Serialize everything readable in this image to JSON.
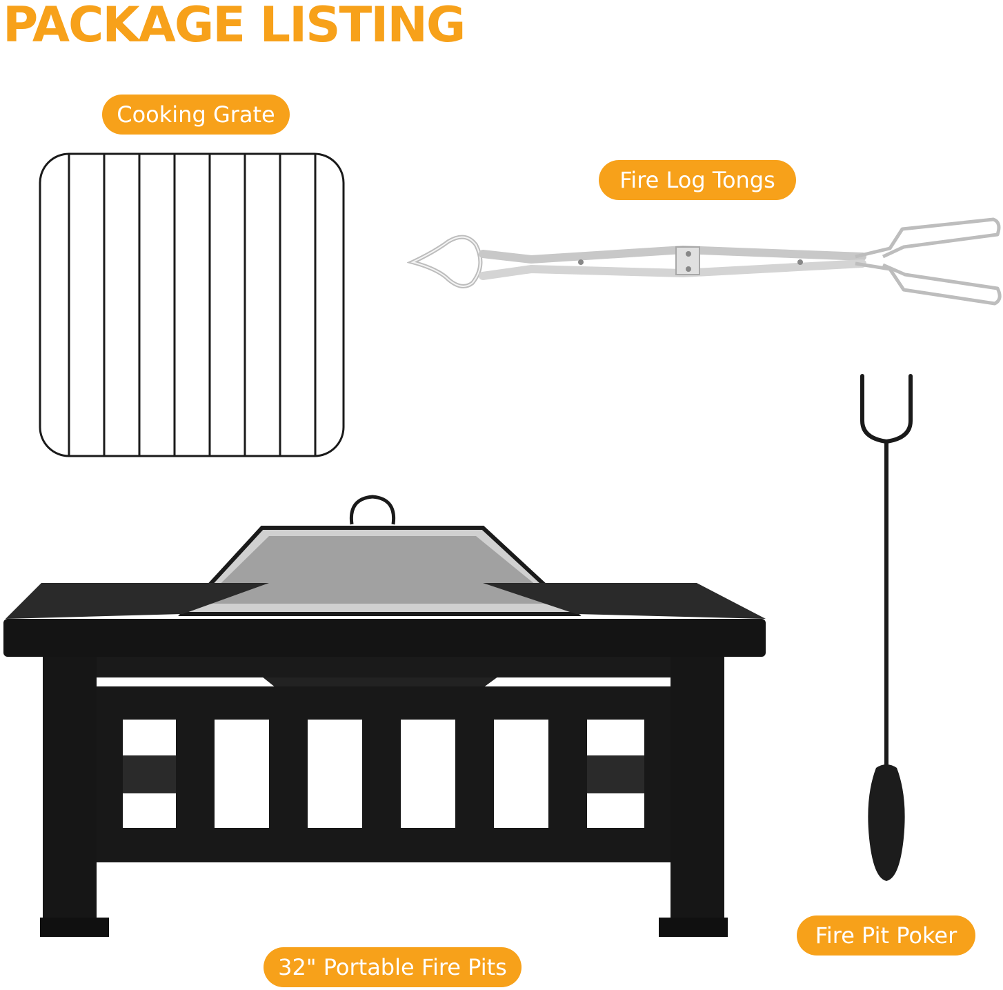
{
  "title": "PACKAGE LISTING",
  "labels": {
    "cooking_grate": "Cooking Grate",
    "fire_log_tongs": "Fire Log Tongs",
    "fire_pit_poker": "Fire Pit Poker",
    "fire_pit": "32\" Portable Fire Pits"
  },
  "colors": {
    "accent": "#f7a11a",
    "label_text": "#ffffff",
    "product_black": "#1a1a1a",
    "tongs_silver": "#d9d9d9"
  },
  "icons": [
    "cooking-grate-icon",
    "fire-log-tongs-icon",
    "fire-pit-poker-icon",
    "fire-pit-icon"
  ]
}
